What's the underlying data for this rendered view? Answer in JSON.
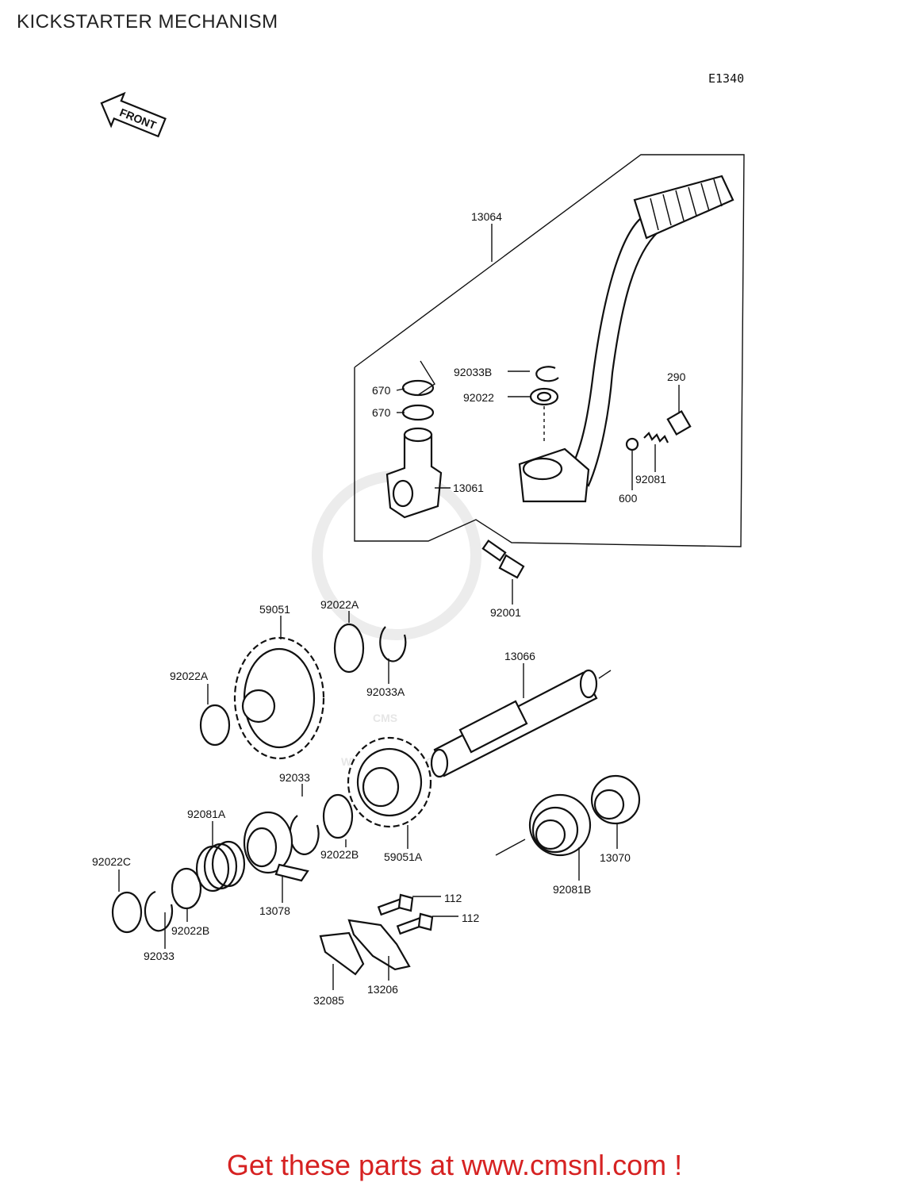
{
  "page": {
    "title": "KICKSTARTER MECHANISM"
  },
  "diagram_code": "E1340",
  "front_arrow_label": "FRONT",
  "watermark": {
    "logo_text": "CMS",
    "url_text": "WWW.CMSNL.COM"
  },
  "footer": {
    "text": "Get these parts at www.cmsnl.com !",
    "color": "#d62222"
  },
  "part_labels": [
    "13064",
    "92033B",
    "92022",
    "670",
    "670",
    "290",
    "13061",
    "92081",
    "600",
    "92001",
    "59051",
    "92022A",
    "92022A",
    "92033A",
    "13066",
    "92033",
    "92081A",
    "92022B",
    "59051A",
    "13078",
    "92022C",
    "92022B",
    "92033",
    "13070",
    "92081B",
    "112",
    "112",
    "32085",
    "13206"
  ]
}
